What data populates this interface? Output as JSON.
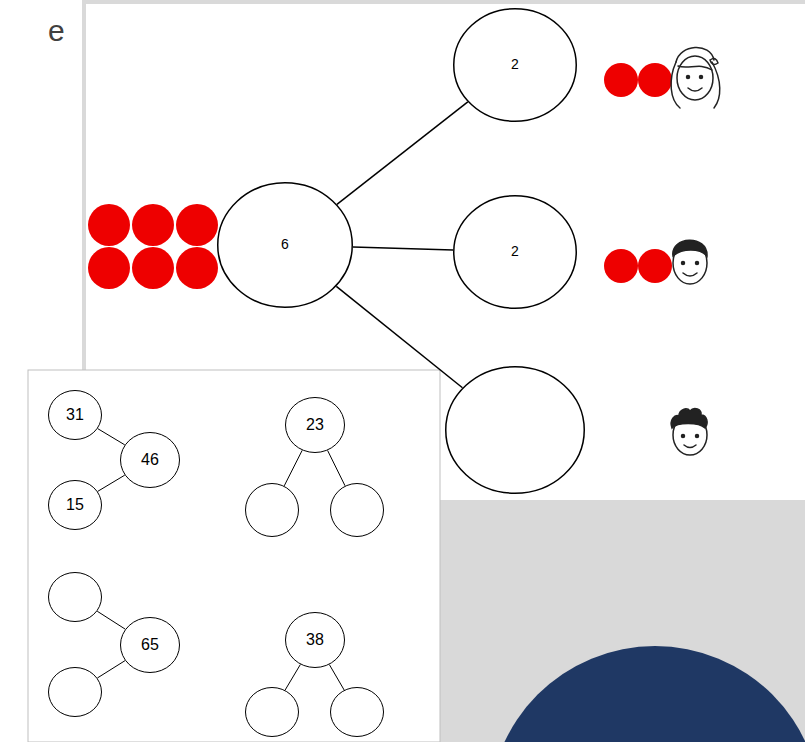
{
  "diagram": {
    "nodes": [
      {
        "text": [
          "6"
        ]
      },
      {
        "text": [
          "2"
        ]
      },
      {
        "text": [
          "2"
        ]
      },
      {
        "text": []
      },
      {
        "text": [
          "31"
        ]
      },
      {
        "text": [
          "46"
        ]
      },
      {
        "text": [
          "15"
        ]
      },
      {
        "text": [
          "23"
        ]
      },
      {
        "text": []
      },
      {
        "text": []
      },
      {
        "text": []
      },
      {
        "text": [
          "65"
        ]
      },
      {
        "text": []
      },
      {
        "text": [
          "38"
        ]
      },
      {
        "text": []
      },
      {
        "text": []
      }
    ],
    "edges": [
      {
        "from": 0,
        "to": 1,
        "arrow": "none"
      },
      {
        "from": 0,
        "to": 2,
        "arrow": "none"
      },
      {
        "from": 0,
        "to": 3,
        "arrow": "none"
      },
      {
        "from": 5,
        "to": 4,
        "arrow": "none"
      },
      {
        "from": 5,
        "to": 6,
        "arrow": "none"
      },
      {
        "from": 7,
        "to": 8,
        "arrow": "none"
      },
      {
        "from": 7,
        "to": 9,
        "arrow": "none"
      },
      {
        "from": 11,
        "to": 10,
        "arrow": "none"
      },
      {
        "from": 11,
        "to": 12,
        "arrow": "none"
      },
      {
        "from": 13,
        "to": 14,
        "arrow": "none"
      },
      {
        "from": 13,
        "to": 15,
        "arrow": "none"
      }
    ],
    "labels": [
      "e"
    ]
  }
}
